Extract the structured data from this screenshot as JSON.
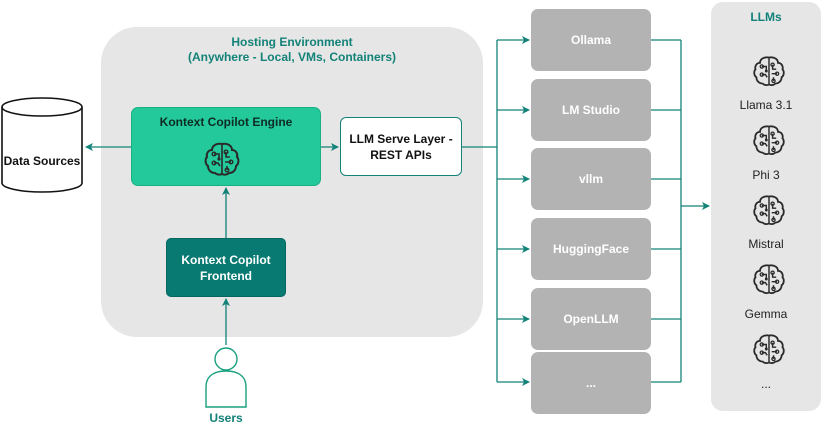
{
  "hosting": {
    "title_line1": "Hosting Environment",
    "title_line2": "(Anywhere - Local, VMs, Containers)"
  },
  "engine": {
    "label": "Kontext Copilot Engine",
    "icon": "brain-circuit-icon"
  },
  "frontend": {
    "line1": "Kontext Copilot",
    "line2": "Frontend"
  },
  "serve_layer": {
    "line1": "LLM Serve Layer -",
    "line2": "REST APIs"
  },
  "data_sources": {
    "label": "Data Sources"
  },
  "users": {
    "label": "Users"
  },
  "providers": [
    "Ollama",
    "LM Studio",
    "vllm",
    "HuggingFace",
    "OpenLLM",
    "..."
  ],
  "llms": {
    "title": "LLMs",
    "items": [
      "Llama 3.1",
      "Phi 3",
      "Mistral",
      "Gemma",
      "..."
    ],
    "icon": "brain-circuit-icon"
  },
  "colors": {
    "accent": "#138278",
    "engine": "#23c99a",
    "frontend": "#087a72",
    "provider": "#b3b3b3",
    "panel": "#e6e6e6"
  }
}
